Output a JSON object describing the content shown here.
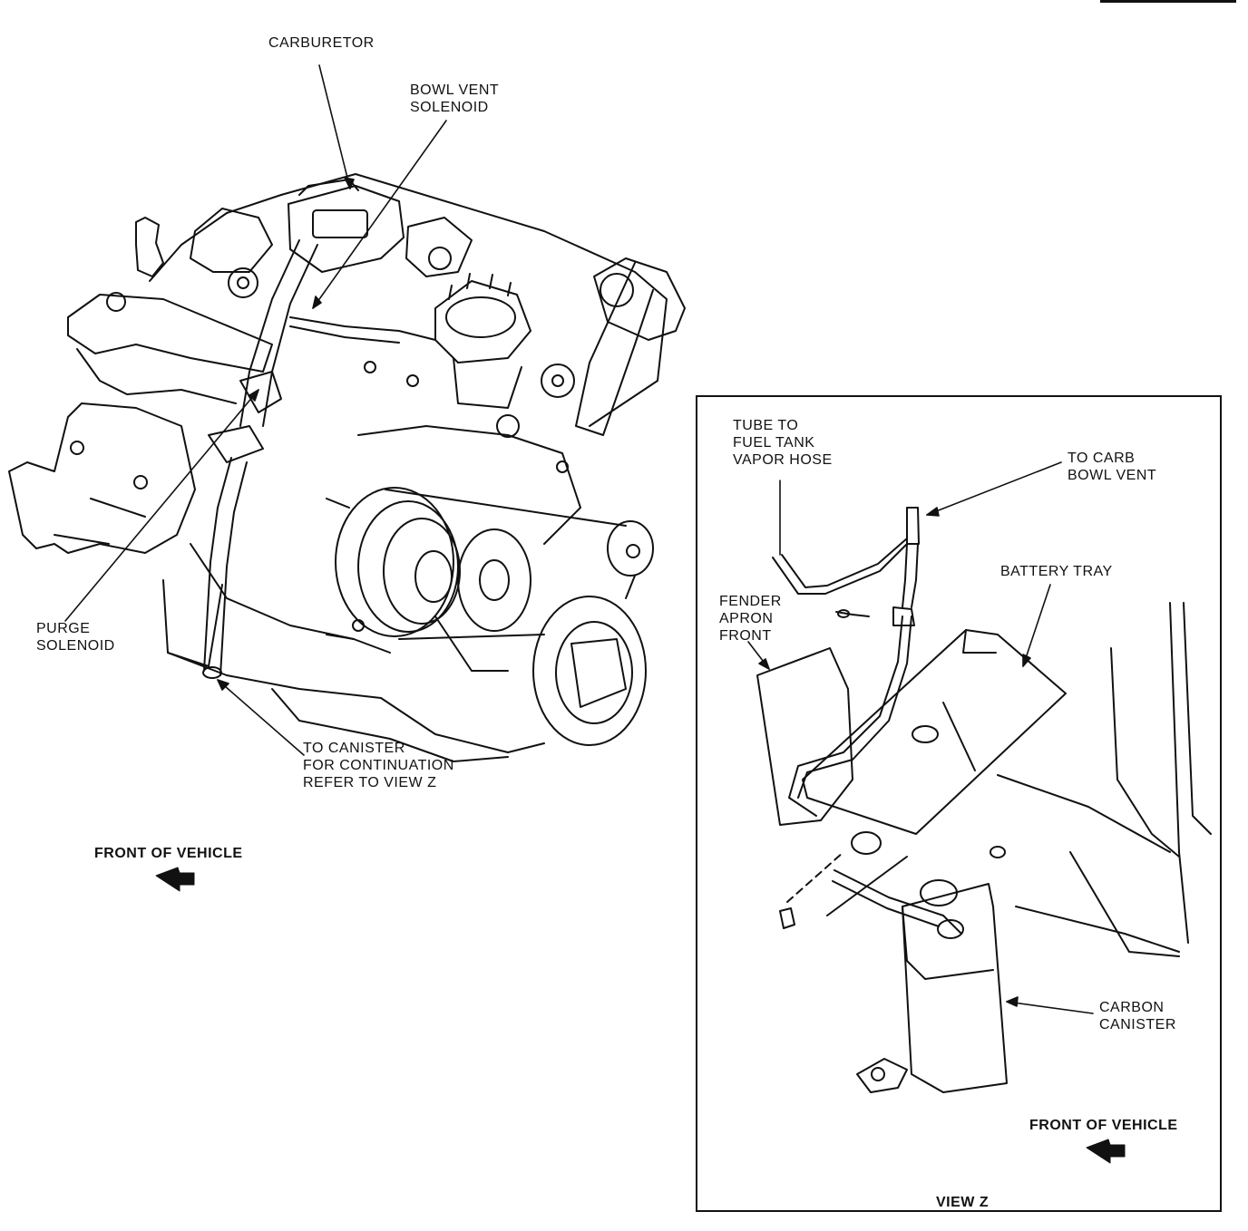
{
  "labels": {
    "carburetor": "CARBURETOR",
    "bowl_vent_solenoid": "BOWL VENT\nSOLENOID",
    "purge_solenoid": "PURGE\nSOLENOID",
    "to_canister": "TO CANISTER\nFOR CONTINUATION\nREFER TO VIEW Z",
    "front_of_vehicle_left": "FRONT OF VEHICLE",
    "tube_to_fuel_tank": "TUBE TO\nFUEL TANK\nVAPOR HOSE",
    "to_carb_bowl_vent": "TO CARB\nBOWL VENT",
    "battery_tray": "BATTERY TRAY",
    "fender_apron_front": "FENDER\nAPRON\nFRONT",
    "carbon_canister": "CARBON\nCANISTER",
    "front_of_vehicle_right": "FRONT OF VEHICLE",
    "view_z": "VIEW Z"
  },
  "colors": {
    "ink": "#111111",
    "paper": "#ffffff"
  }
}
